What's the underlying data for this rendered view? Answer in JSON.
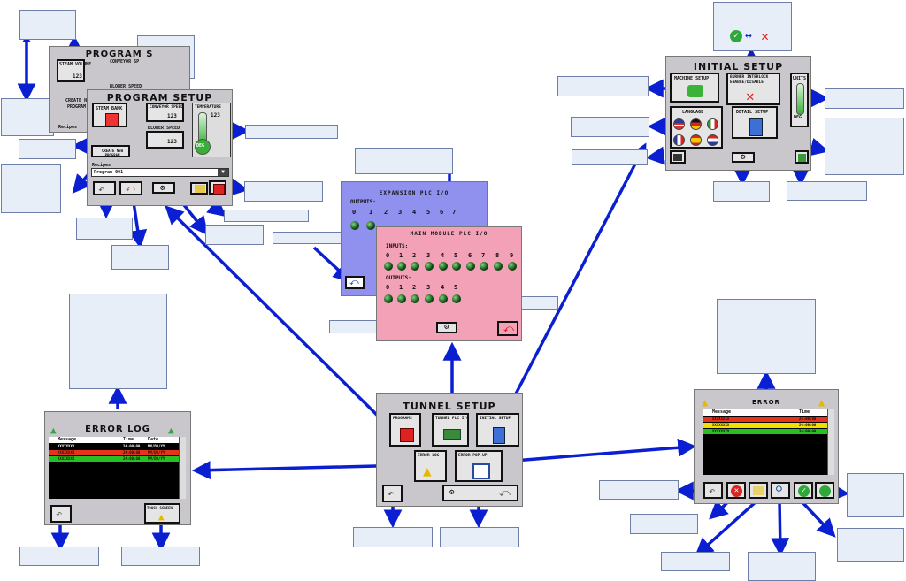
{
  "program_setup_back": {
    "title": "PROGRAM S",
    "steam_volume": "STEAM VOLUME",
    "conveyor_speed": "CONVEYOR SP",
    "blower_speed": "BLOWER SPEED",
    "value": "123",
    "create_new": "CREATE NE",
    "program": "PROGRAM",
    "recipes": "Recipes"
  },
  "program_setup": {
    "title": "PROGRAM SETUP",
    "steam_bank": "STEAM BANK",
    "conveyor_speed": "CONVEYOR SPEED",
    "blower_speed": "BLOWER SPEED",
    "temperature": "TEMPERATURE",
    "value": "123",
    "deg": "DEG",
    "create_new_program": "CREATE NEW PROGRAM",
    "recipes": "Recipes",
    "program_row": "Program 001"
  },
  "initial_setup": {
    "title": "INITIAL SETUP",
    "machine_setup": "MACHINE SETUP",
    "burner_interlock": "BURNER INTERLOCK",
    "enable_disable": "ENABLE/DISABLE",
    "units": "UNITS",
    "language": "LANGUAGE",
    "detail_setup": "DETAIL SETUP",
    "deg": "DEG"
  },
  "expansion_io": {
    "title": "EXPANSION PLC I/O",
    "outputs": "OUTPUTS:",
    "numbers": [
      "0",
      "1",
      "2",
      "3",
      "4",
      "5",
      "6",
      "7"
    ]
  },
  "main_io": {
    "title": "MAIN MODULE PLC I/O",
    "inputs": "INPUTS:",
    "outputs": "OUTPUTS:",
    "input_numbers": [
      "0",
      "1",
      "2",
      "3",
      "4",
      "5",
      "6",
      "7",
      "8",
      "9"
    ],
    "output_numbers": [
      "0",
      "1",
      "2",
      "3",
      "4",
      "5"
    ]
  },
  "tunnel_setup": {
    "title": "TUNNEL SETUP",
    "programs": "PROGRAMS",
    "tunnel_plc": "TUNNEL PLC I/O",
    "initial_setup": "INITIAL SETUP",
    "error_log": "ERROR LOG",
    "error_popup": "ERROR POP-UP"
  },
  "error_log": {
    "title": "ERROR LOG",
    "col_message": "Message",
    "col_time": "Time",
    "col_date": "Date",
    "row_message": "XXXXXXXX",
    "row_time": "24:00:00",
    "row_date": "MM/DD/YY",
    "touch_screen": "TOUCH SCREEN"
  },
  "error_popup": {
    "title": "ERROR",
    "col_message": "Message",
    "col_time": "Time",
    "row_message": "XXXXXXXX",
    "row_time": "24:00:00"
  },
  "colors": {
    "arrow": "#0a1fd1",
    "callout_fill": "#e8eef8",
    "expansion_bg": "#8f8ff0",
    "main_bg": "#f2a0b4",
    "error_red": "#e8331c",
    "error_yellow": "#f0e000",
    "error_green": "#26c020"
  },
  "icons": [
    "save-icon",
    "circuit-board-icon",
    "clipboard-check-icon",
    "warning-icon",
    "checkmark-icon",
    "close-icon",
    "double-arrow-icon",
    "thermometer-icon",
    "flag-us-icon",
    "flag-germany-icon",
    "flag-italy-icon",
    "flag-france-icon",
    "flag-spain-icon",
    "flag-netherlands-icon",
    "magnifier-icon",
    "back-arrow-icon"
  ]
}
